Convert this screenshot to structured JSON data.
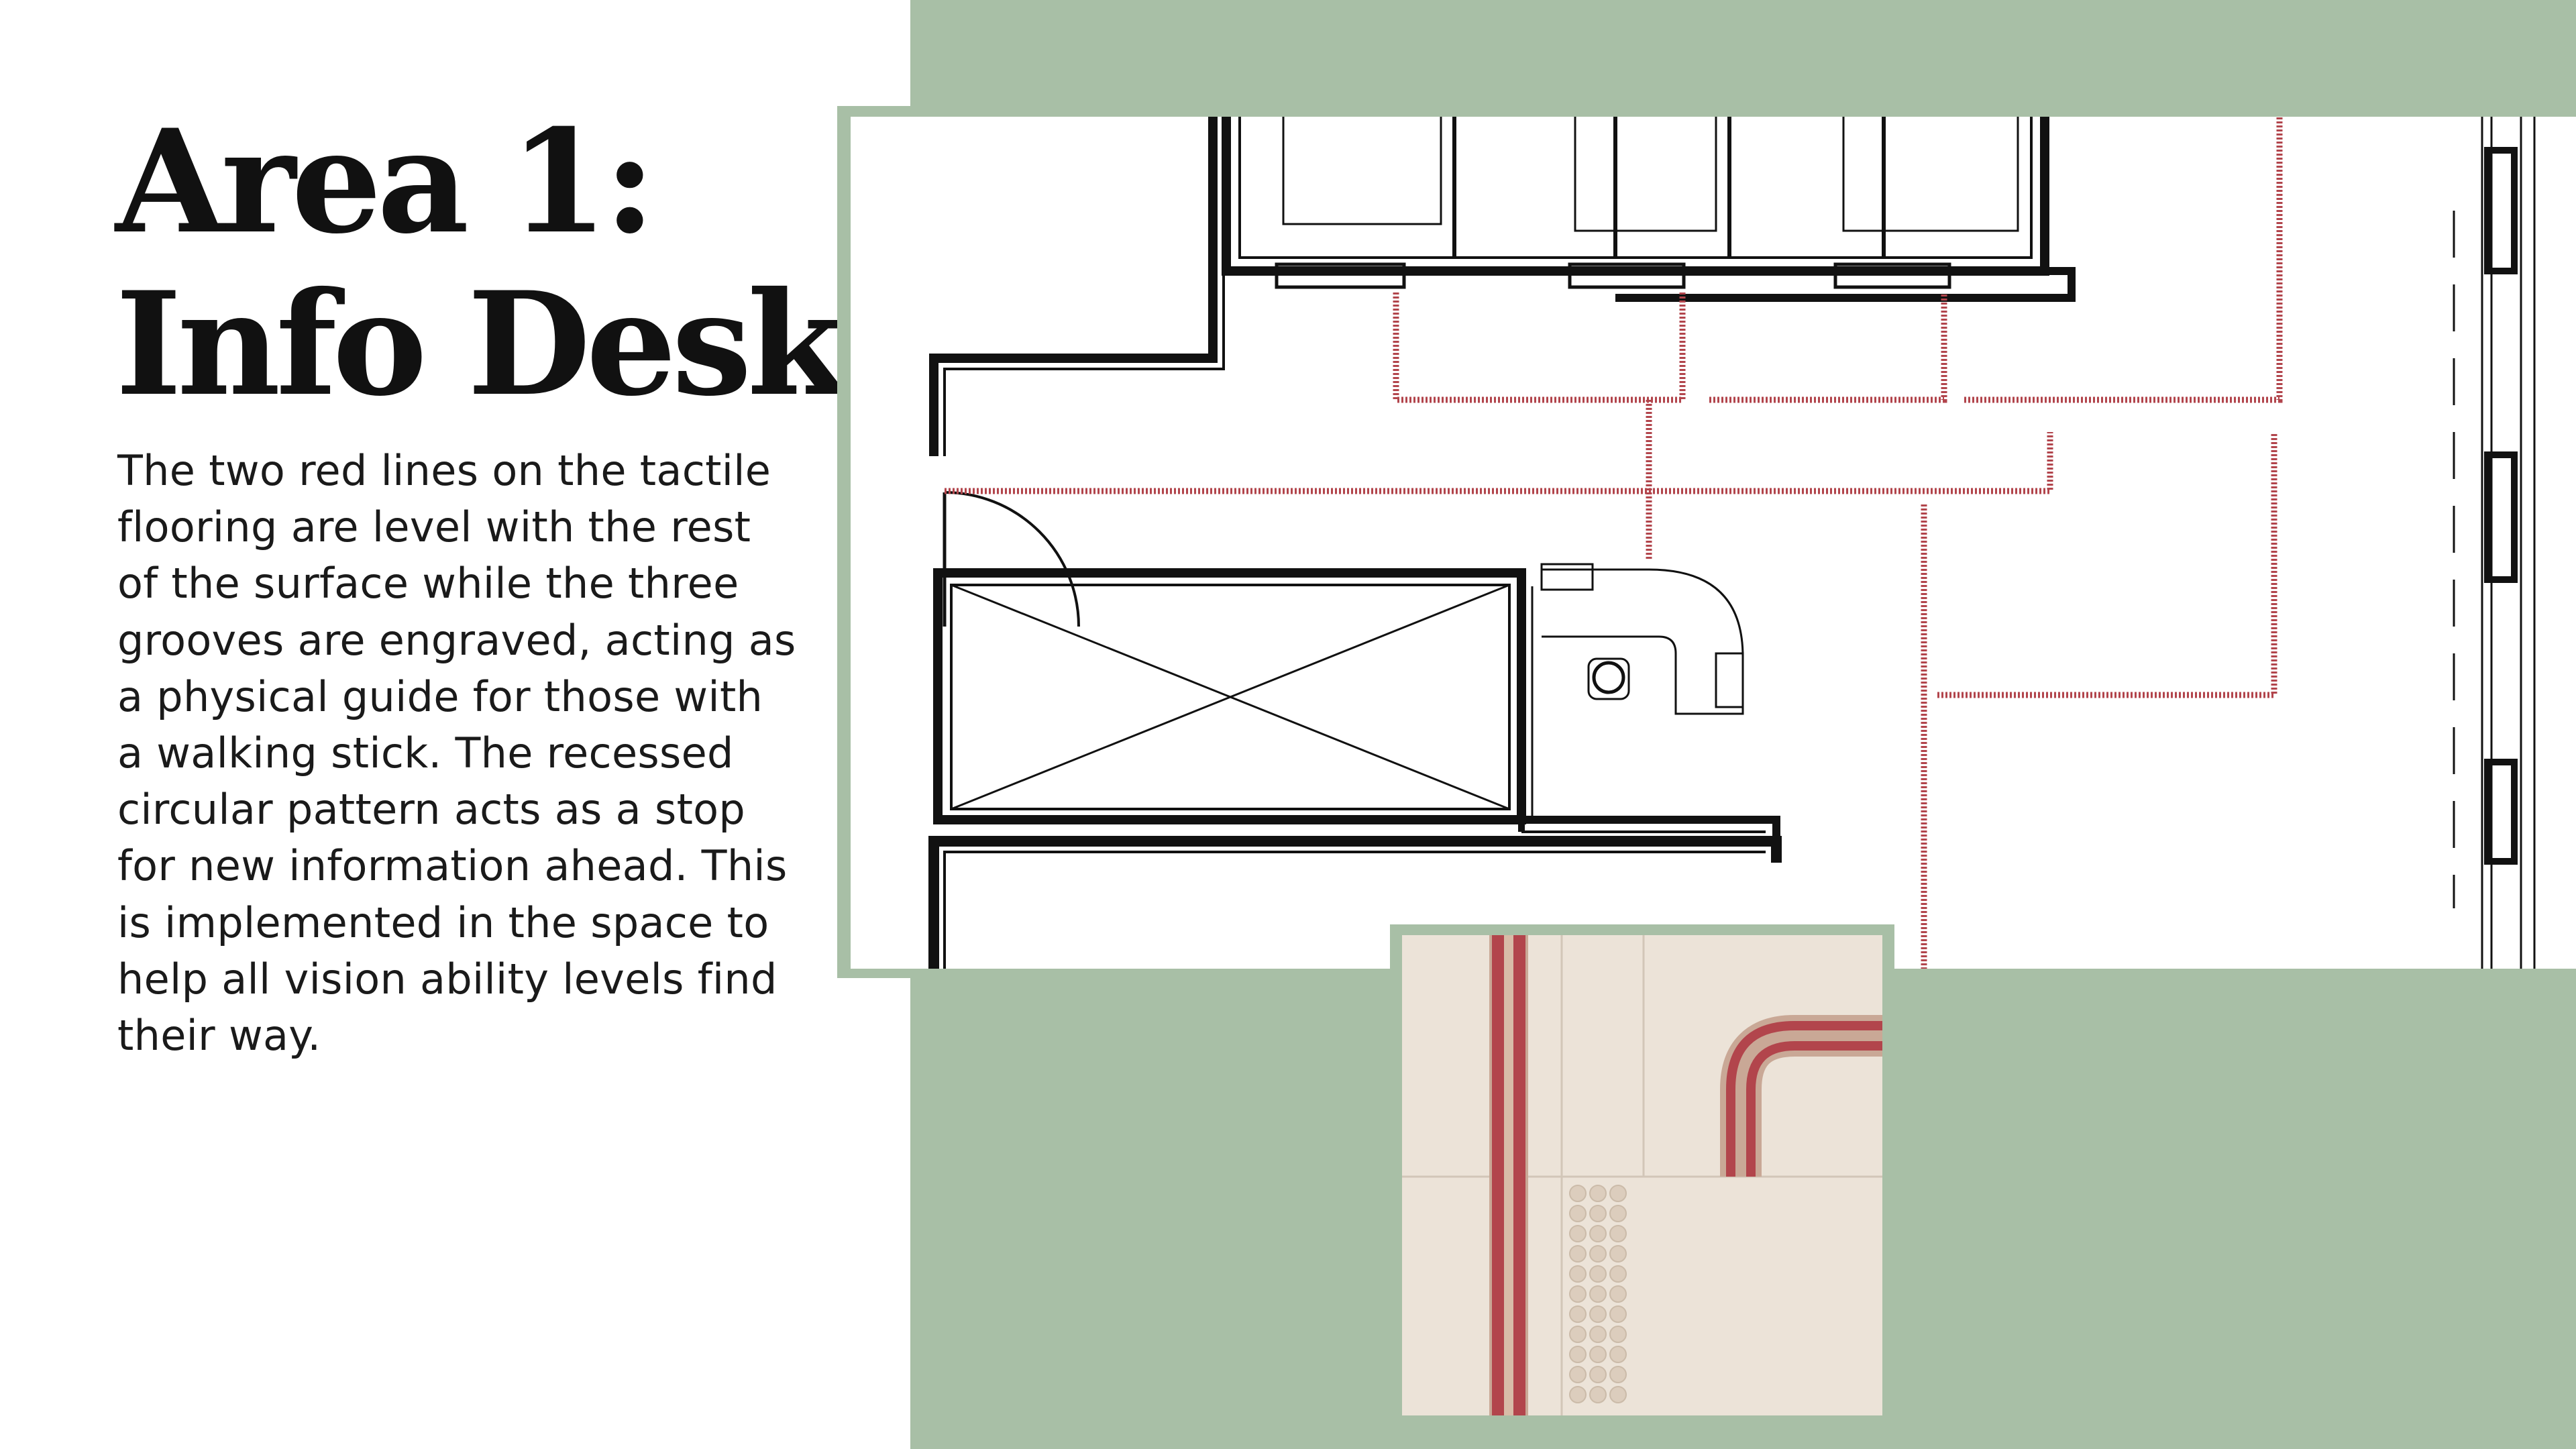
{
  "slide": {
    "title_line1": "Area 1:",
    "title_line2": "Info Desk",
    "body": "The two red lines on the tactile flooring are level with the rest of the surface while the three grooves are engraved, acting as a physical guide for those with a walking stick. The recessed circular pattern acts as a stop for new information ahead. This is implemented in the space to help all vision ability levels find their way."
  },
  "colors": {
    "background": "#ffffff",
    "accent_green": "#a8bfa6",
    "tactile_red": "#b2454c",
    "tile_cream": "#ece3d8",
    "text": "#111111"
  }
}
